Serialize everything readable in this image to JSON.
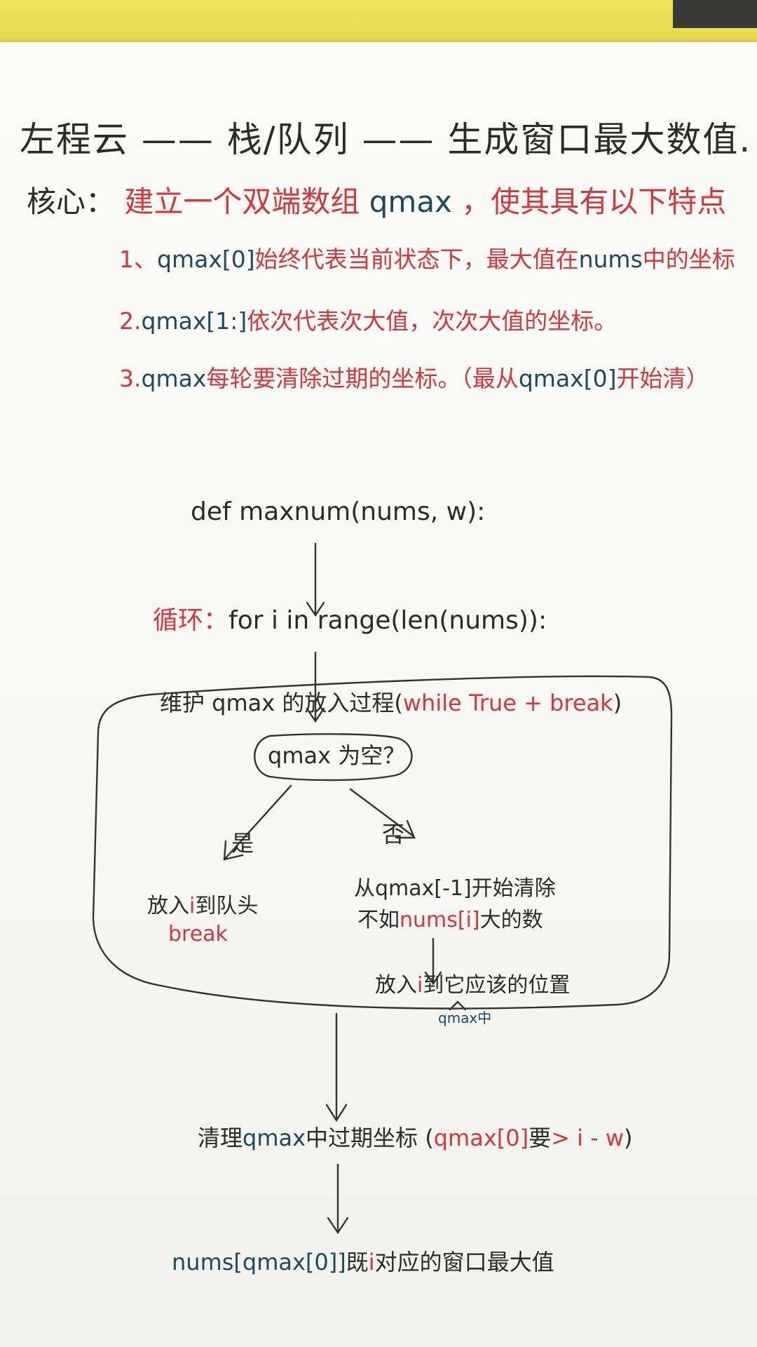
{
  "title": "左程云 —— 栈/队列 —— 生成窗口最大数值.",
  "core": {
    "label": "核心：",
    "text_a": "建立一个双端数组",
    "text_b": "qmax",
    "text_c": "，使其具有以下特点"
  },
  "points": [
    {
      "num": "1、",
      "code": "qmax[0]",
      "text": "始终代表当前状态下，最大值在",
      "code2": "nums",
      "text2": "中的坐标"
    },
    {
      "num": "2.",
      "code": "qmax[1:]",
      "text": "依次代表次大值，次次大值的坐标。",
      "code2": "",
      "text2": ""
    },
    {
      "num": "3.",
      "code": "qmax",
      "text": "每轮要清除过期的坐标。（最从",
      "code2": "qmax[0]",
      "text2": "开始清）"
    }
  ],
  "flow": {
    "def_line": "def  maxnum(nums, w):",
    "loop_label": "循环：",
    "loop_code": "for  i  in  range(len(nums)):",
    "box_title_a": "维护 qmax 的放入过程(",
    "box_title_b": "while True + break",
    "box_title_c": ")",
    "decision": "qmax 为空？",
    "yes_label": "是",
    "no_label": "否",
    "left_a": "放入",
    "left_i": "i",
    "left_b": "到队头",
    "left_break": "break",
    "right1_a": "从qmax[-1]开始清除",
    "right2_a": "不如",
    "right2_code": "nums[i]",
    "right2_b": "大的数",
    "place_a": "放入",
    "place_i": "i",
    "place_b": "到它应该的位置",
    "place_sub": "qmax中",
    "clean_a": "清理",
    "clean_code": "qmax",
    "clean_b": "中过期坐标 (",
    "clean_code2": "qmax[0]",
    "clean_c": "要",
    "clean_d": "> i - w",
    "clean_e": ")",
    "result_code": "nums[qmax[0]]",
    "result_a": "既",
    "result_i": "i",
    "result_b": "对应的窗口最大值"
  }
}
